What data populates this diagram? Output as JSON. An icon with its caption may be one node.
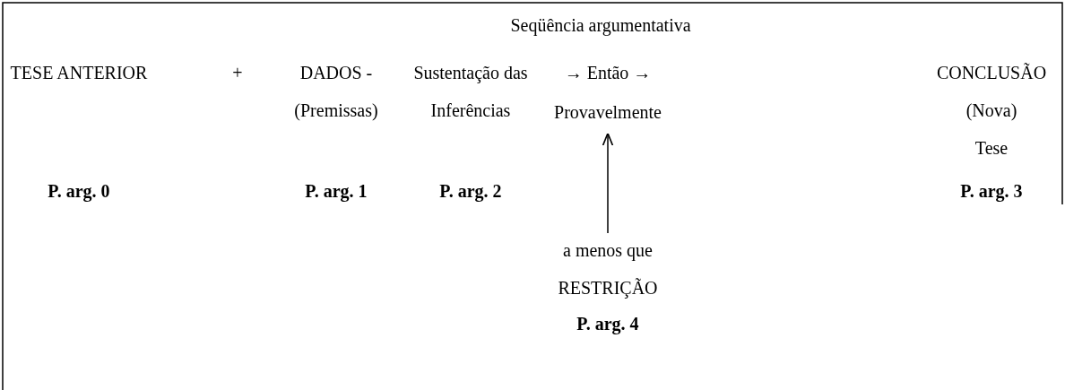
{
  "diagram": {
    "title": "Seqüência argumentativa",
    "nodes": [
      {
        "text": [
          "TESE ANTERIOR",
          "P. arg. 0"
        ]
      },
      {
        "text": [
          "DADOS - (Premissas)",
          "P. arg. 1"
        ]
      },
      {
        "text": [
          "Sustentação das Inferências",
          "P. arg. 2"
        ]
      },
      {
        "text": [
          "→ Então →",
          "Provavelmente"
        ]
      },
      {
        "text": [
          "CONCLUSÃO (Nova) Tese",
          "P. arg. 3"
        ]
      },
      {
        "text": [
          "a menos que RESTRIÇÃO",
          "P. arg. 4"
        ]
      }
    ],
    "edges": [
      {
        "from": 5,
        "to": 3,
        "arrow": "to"
      }
    ],
    "labels": [
      "+"
    ]
  }
}
